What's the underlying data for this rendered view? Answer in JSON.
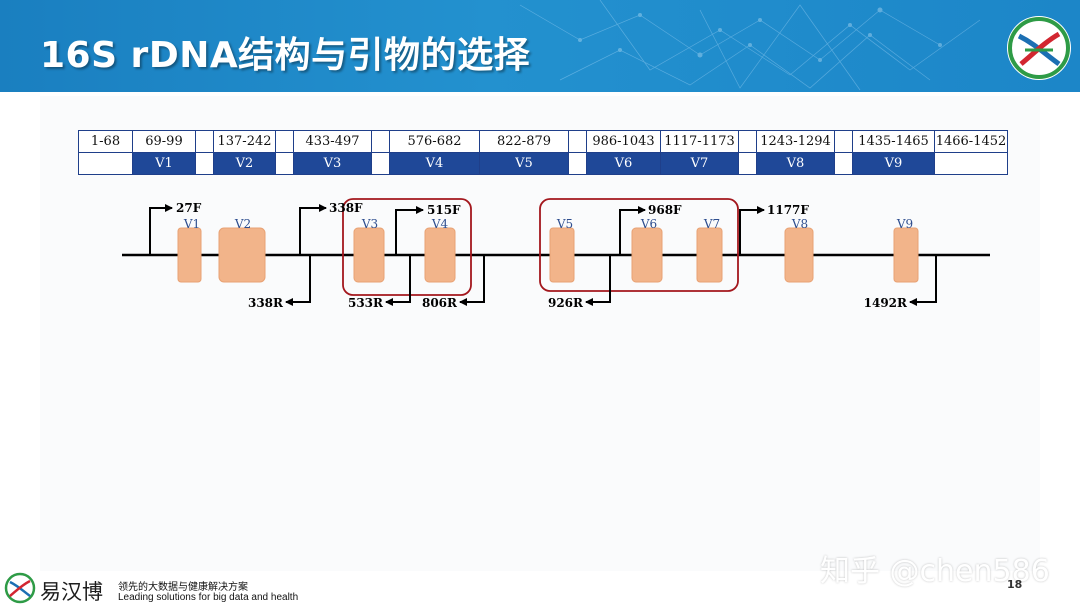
{
  "slide": {
    "title": "16S rDNA结构与引物的选择",
    "page_number": "18"
  },
  "region_table": {
    "positions": [
      "1-68",
      "69-99",
      "",
      "137-242",
      "",
      "433-497",
      "",
      "576-682",
      "822-879",
      "",
      "986-1043",
      "1117-1173",
      "",
      "1243-1294",
      "",
      "1435-1465",
      "1466-1452"
    ],
    "variable_labels": [
      "",
      "V1",
      "",
      "V2",
      "",
      "V3",
      "",
      "V4",
      "V5",
      "",
      "V6",
      "V7",
      "",
      "V8",
      "",
      "V9",
      ""
    ]
  },
  "gene_map": {
    "regions": [
      "V1",
      "V2",
      "V3",
      "V4",
      "V5",
      "V6",
      "V7",
      "V8",
      "V9"
    ],
    "forward_primers": [
      "27F",
      "338F",
      "515F",
      "968F",
      "1177F"
    ],
    "reverse_primers": [
      "338R",
      "533R",
      "806R",
      "926R",
      "1492R"
    ]
  },
  "footer": {
    "brand": "易汉博",
    "tagline_cn": "领先的大数据与健康解决方案",
    "tagline_en": "Leading solutions for big data and health",
    "watermark": "知乎 @chen586"
  },
  "colors": {
    "header": "#1a7fc0",
    "table_border": "#1f3f8a",
    "variable_cell": "#1f4898",
    "region_box": "#f2b48a",
    "highlight_box": "#a3171d"
  }
}
